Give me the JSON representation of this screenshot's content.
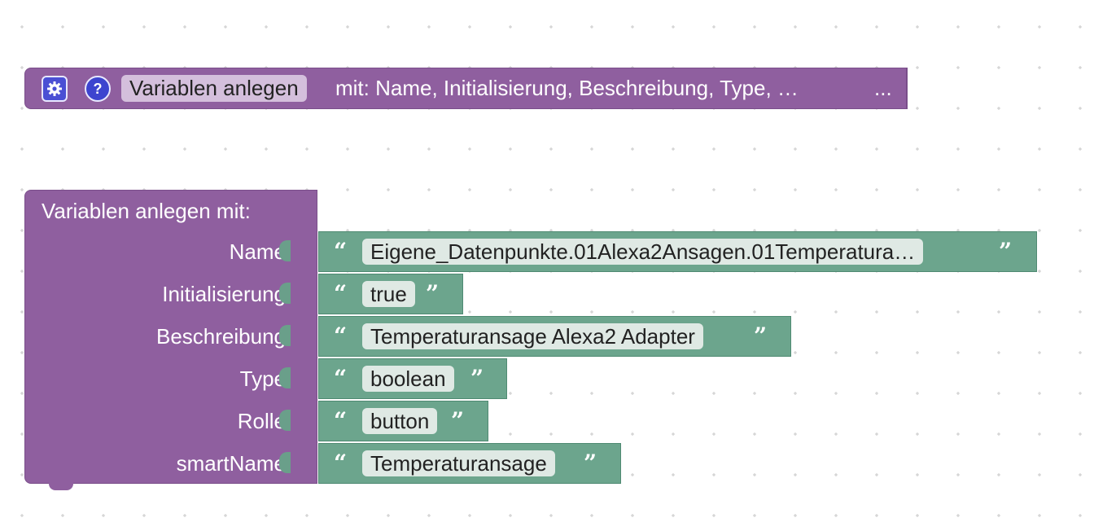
{
  "collapsed_block": {
    "name": "Variablen anlegen",
    "summary": "mit: Name, Initialisierung, Beschreibung, Type, …",
    "more": "...",
    "icons": [
      "gear-icon",
      "help-icon"
    ],
    "help_glyph": "?"
  },
  "main_block": {
    "title": "Variablen anlegen   mit:",
    "rows": [
      {
        "label": "Name",
        "value": "Eigene_Datenpunkte.01Alexa2Ansagen.01Temperatura…"
      },
      {
        "label": "Initialisierung",
        "value": "true"
      },
      {
        "label": "Beschreibung",
        "value": "Temperaturansage Alexa2 Adapter"
      },
      {
        "label": "Type",
        "value": "boolean"
      },
      {
        "label": "Rolle",
        "value": "button"
      },
      {
        "label": "smartName",
        "value": "Temperaturansage"
      }
    ]
  },
  "quotes": {
    "open": "“",
    "close": "”"
  },
  "colors": {
    "procedure_purple": "#8f5f9f",
    "text_block_green": "#6ca58d",
    "field_purple": "#d4bfdc",
    "field_green": "#dfe9e4",
    "icon_blue": "#4a4fd4"
  }
}
